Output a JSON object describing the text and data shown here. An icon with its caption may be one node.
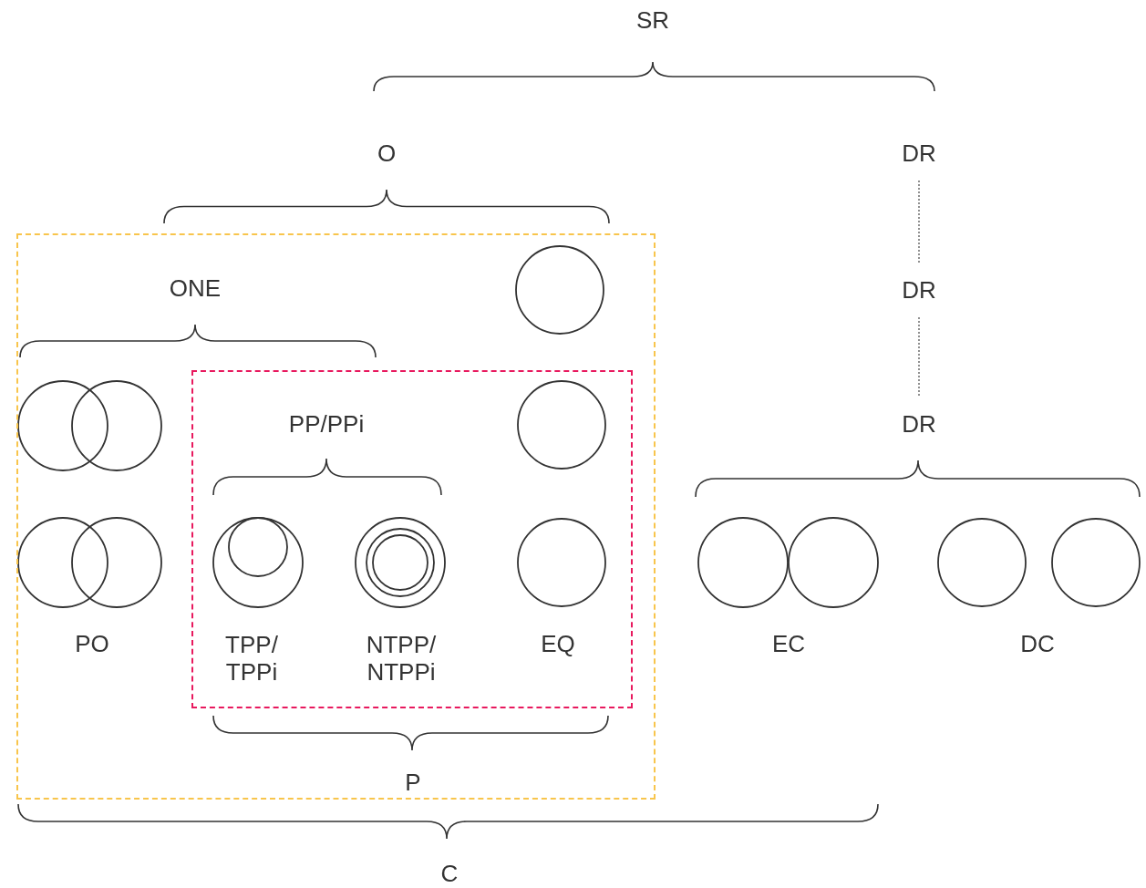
{
  "diagram": {
    "nodes": [
      {
        "text": [],
        "shape": "box"
      },
      {
        "text": [],
        "shape": "box",
        "in": 0
      },
      {
        "text": [
          "DR"
        ]
      },
      {
        "text": [
          "DR"
        ]
      },
      {
        "text": [
          "DR"
        ]
      }
    ],
    "edges": [
      {
        "from": 2,
        "to": 3,
        "arrow": "none",
        "style": "dashed"
      },
      {
        "from": 3,
        "to": 4,
        "arrow": "none",
        "style": "dashed"
      }
    ],
    "labels": [
      "SR",
      "O",
      "ONE",
      "PP/PPi",
      "PO",
      "TPP/ TPPi",
      "NTPP/ NTPPi",
      "EQ",
      "EC",
      "DC",
      "P",
      "C"
    ]
  }
}
